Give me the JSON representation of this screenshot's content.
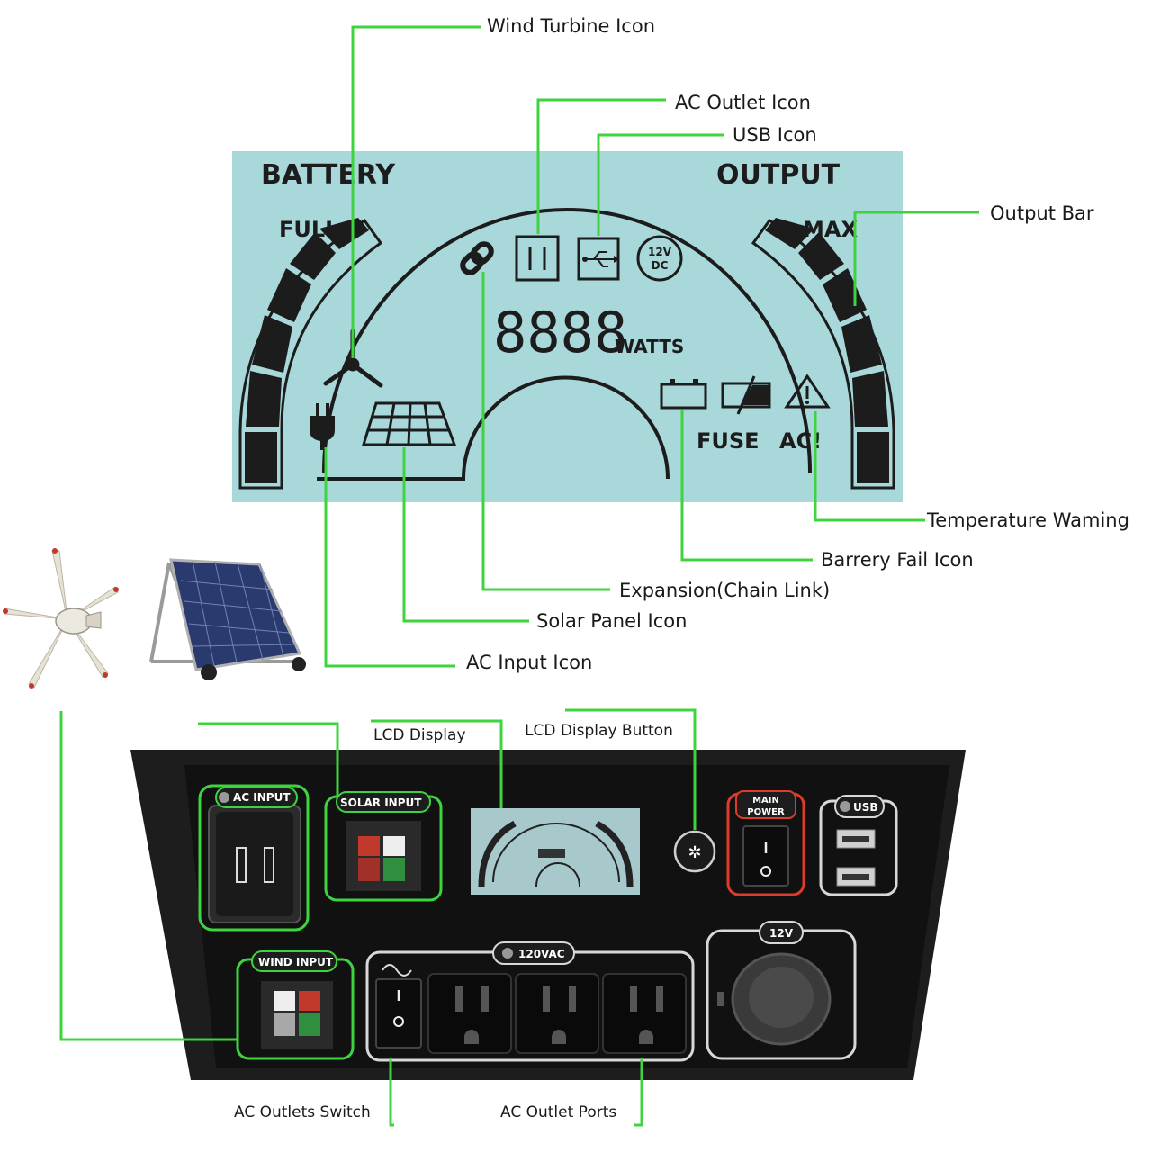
{
  "lcd": {
    "battery_label": "BATTERY",
    "output_label": "OUTPUT",
    "full_label": "FULL",
    "max_label": "MAX",
    "digits": "8888",
    "watts_label": "WATTS",
    "dc_icon_top": "12V",
    "dc_icon_bottom": "DC",
    "fuse_label": "FUSE",
    "ac_label": "AC!"
  },
  "callouts": {
    "wind_turbine_icon": "Wind Turbine Icon",
    "ac_outlet_icon": "AC Outlet Icon",
    "usb_icon": "USB Icon",
    "output_bar": "Output Bar",
    "temperature_warning": "Temperature Waming",
    "battery_fail_icon": "Barrery Fail Icon",
    "expansion_chain_link": "Expansion(Chain Link)",
    "solar_panel_icon": "Solar Panel Icon",
    "ac_input_icon": "AC Input Icon",
    "lcd_display": "LCD Display",
    "lcd_display_button": "LCD Display Button",
    "ac_outlets_switch": "AC Outlets Switch",
    "ac_outlet_ports": "AC Outlet Ports"
  },
  "panel": {
    "ac_input": "AC INPUT",
    "solar_input": "SOLAR INPUT",
    "wind_input": "WIND INPUT",
    "main_power_line1": "MAIN",
    "main_power_line2": "POWER",
    "usb": "USB",
    "ac_120": "120VAC",
    "dc_12v": "12V"
  },
  "colors": {
    "leader": "#3fd43f",
    "lcd_bg": "#a9d8da",
    "panel_bg": "#1d1d1d",
    "main_power_ring": "#e03a2a"
  }
}
